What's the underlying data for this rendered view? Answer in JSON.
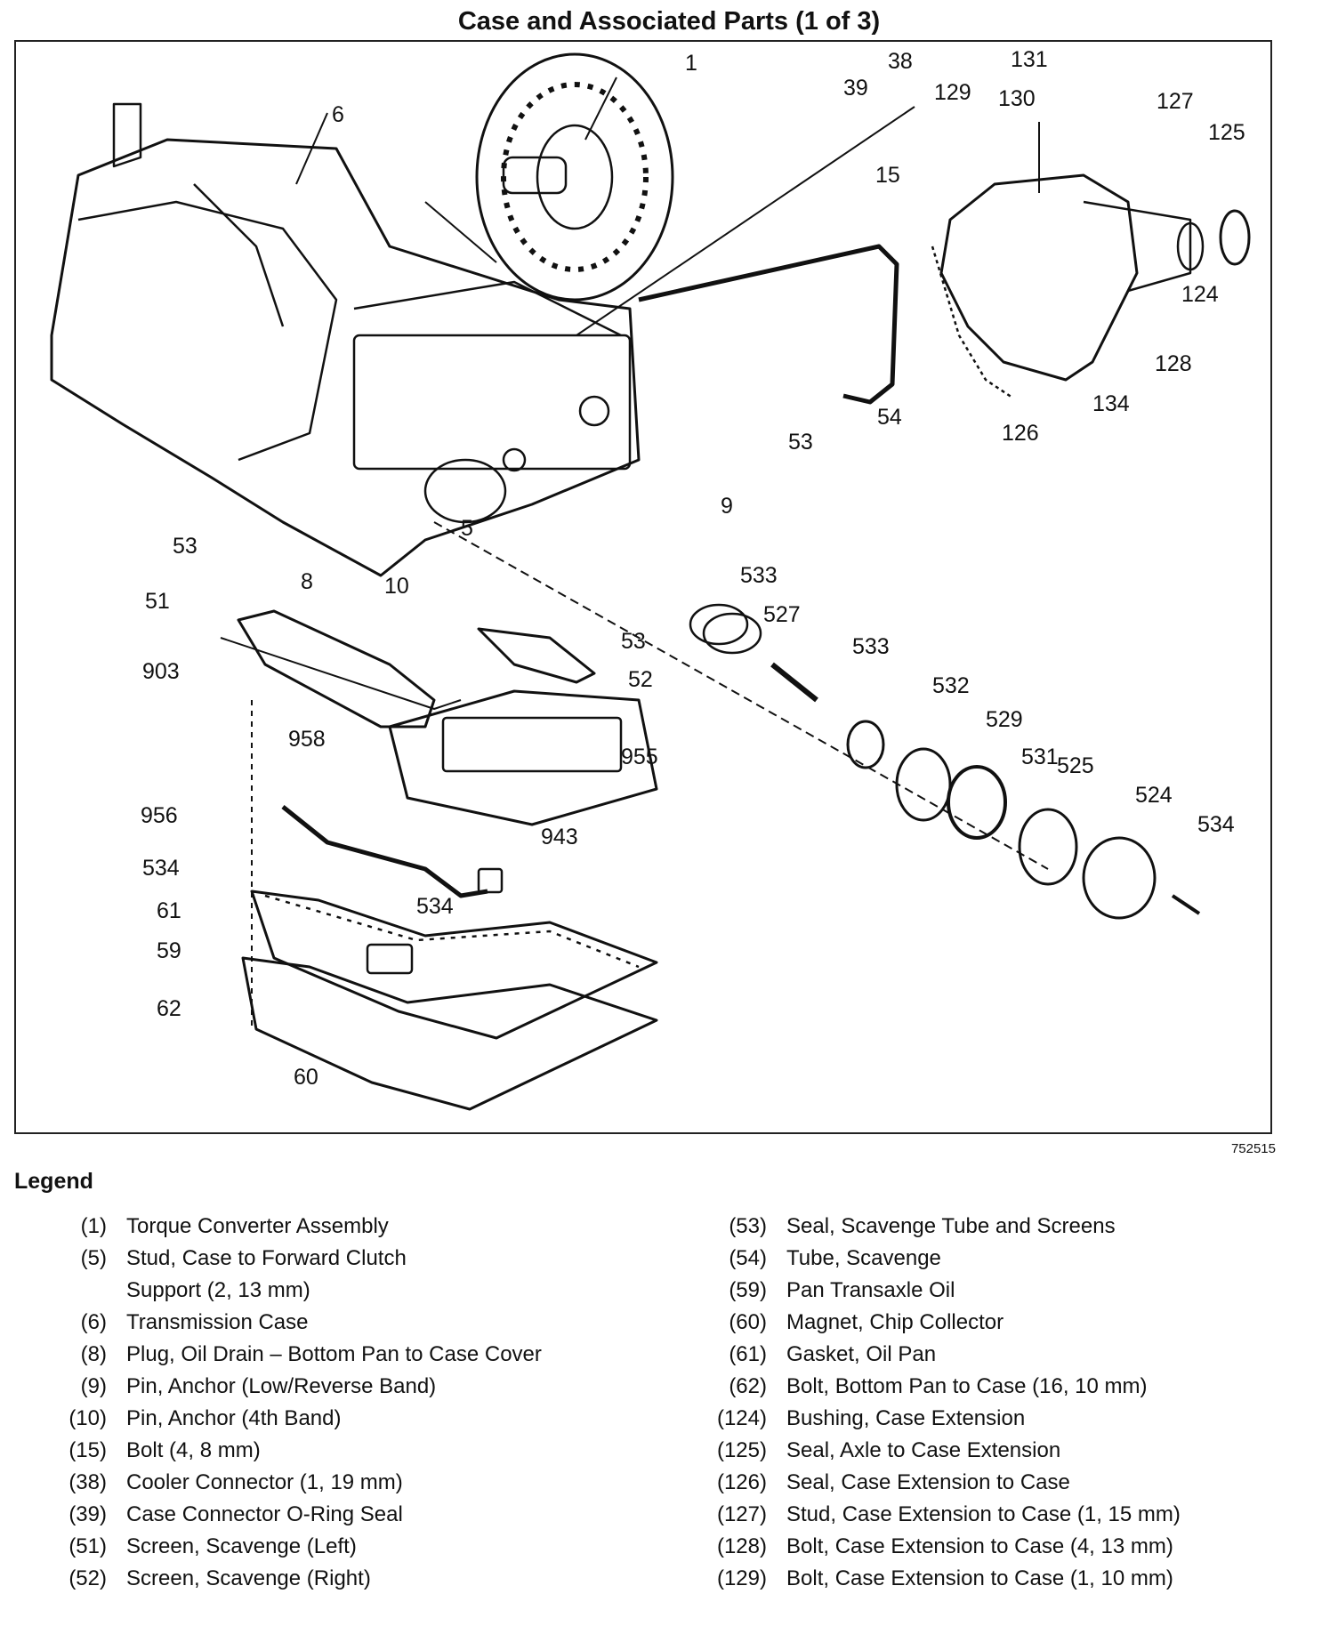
{
  "title": "Case and Associated Parts (1 of 3)",
  "figure_id": "752515",
  "legend_heading": "Legend",
  "callouts": [
    "1",
    "5",
    "6",
    "8",
    "9",
    "10",
    "15",
    "38",
    "39",
    "51",
    "52",
    "53",
    "53",
    "53",
    "54",
    "59",
    "60",
    "61",
    "62",
    "124",
    "125",
    "126",
    "127",
    "128",
    "129",
    "130",
    "131",
    "134",
    "524",
    "525",
    "527",
    "529",
    "531",
    "532",
    "533",
    "533",
    "534",
    "534",
    "534",
    "903",
    "943",
    "955",
    "956",
    "958"
  ],
  "legend_left": [
    {
      "num": "(1)",
      "desc": "Torque Converter Assembly"
    },
    {
      "num": "(5)",
      "desc": "Stud, Case to Forward Clutch\nSupport (2, 13 mm)"
    },
    {
      "num": "(6)",
      "desc": "Transmission Case"
    },
    {
      "num": "(8)",
      "desc": "Plug, Oil Drain – Bottom Pan to Case Cover"
    },
    {
      "num": "(9)",
      "desc": "Pin, Anchor (Low/Reverse Band)"
    },
    {
      "num": "(10)",
      "desc": "Pin, Anchor (4th  Band)"
    },
    {
      "num": "(15)",
      "desc": "Bolt (4, 8 mm)"
    },
    {
      "num": "(38)",
      "desc": "Cooler Connector (1, 19 mm)"
    },
    {
      "num": "(39)",
      "desc": "Case Connector O-Ring Seal"
    },
    {
      "num": "(51)",
      "desc": "Screen, Scavenge (Left)"
    },
    {
      "num": "(52)",
      "desc": "Screen, Scavenge (Right)"
    }
  ],
  "legend_right": [
    {
      "num": "(53)",
      "desc": "Seal, Scavenge Tube and Screens"
    },
    {
      "num": "(54)",
      "desc": "Tube, Scavenge"
    },
    {
      "num": "(59)",
      "desc": "Pan Transaxle Oil"
    },
    {
      "num": "(60)",
      "desc": "Magnet, Chip Collector"
    },
    {
      "num": "(61)",
      "desc": "Gasket, Oil Pan"
    },
    {
      "num": "(62)",
      "desc": "Bolt, Bottom Pan to Case (16, 10 mm)"
    },
    {
      "num": "(124)",
      "desc": "Bushing, Case Extension"
    },
    {
      "num": "(125)",
      "desc": "Seal, Axle to Case Extension"
    },
    {
      "num": "(126)",
      "desc": "Seal, Case Extension to Case"
    },
    {
      "num": "(127)",
      "desc": "Stud, Case Extension to Case (1, 15 mm)"
    },
    {
      "num": "(128)",
      "desc": "Bolt, Case Extension to Case (4, 13 mm)"
    },
    {
      "num": "(129)",
      "desc": "Bolt, Case Extension to Case (1, 10 mm)"
    }
  ]
}
